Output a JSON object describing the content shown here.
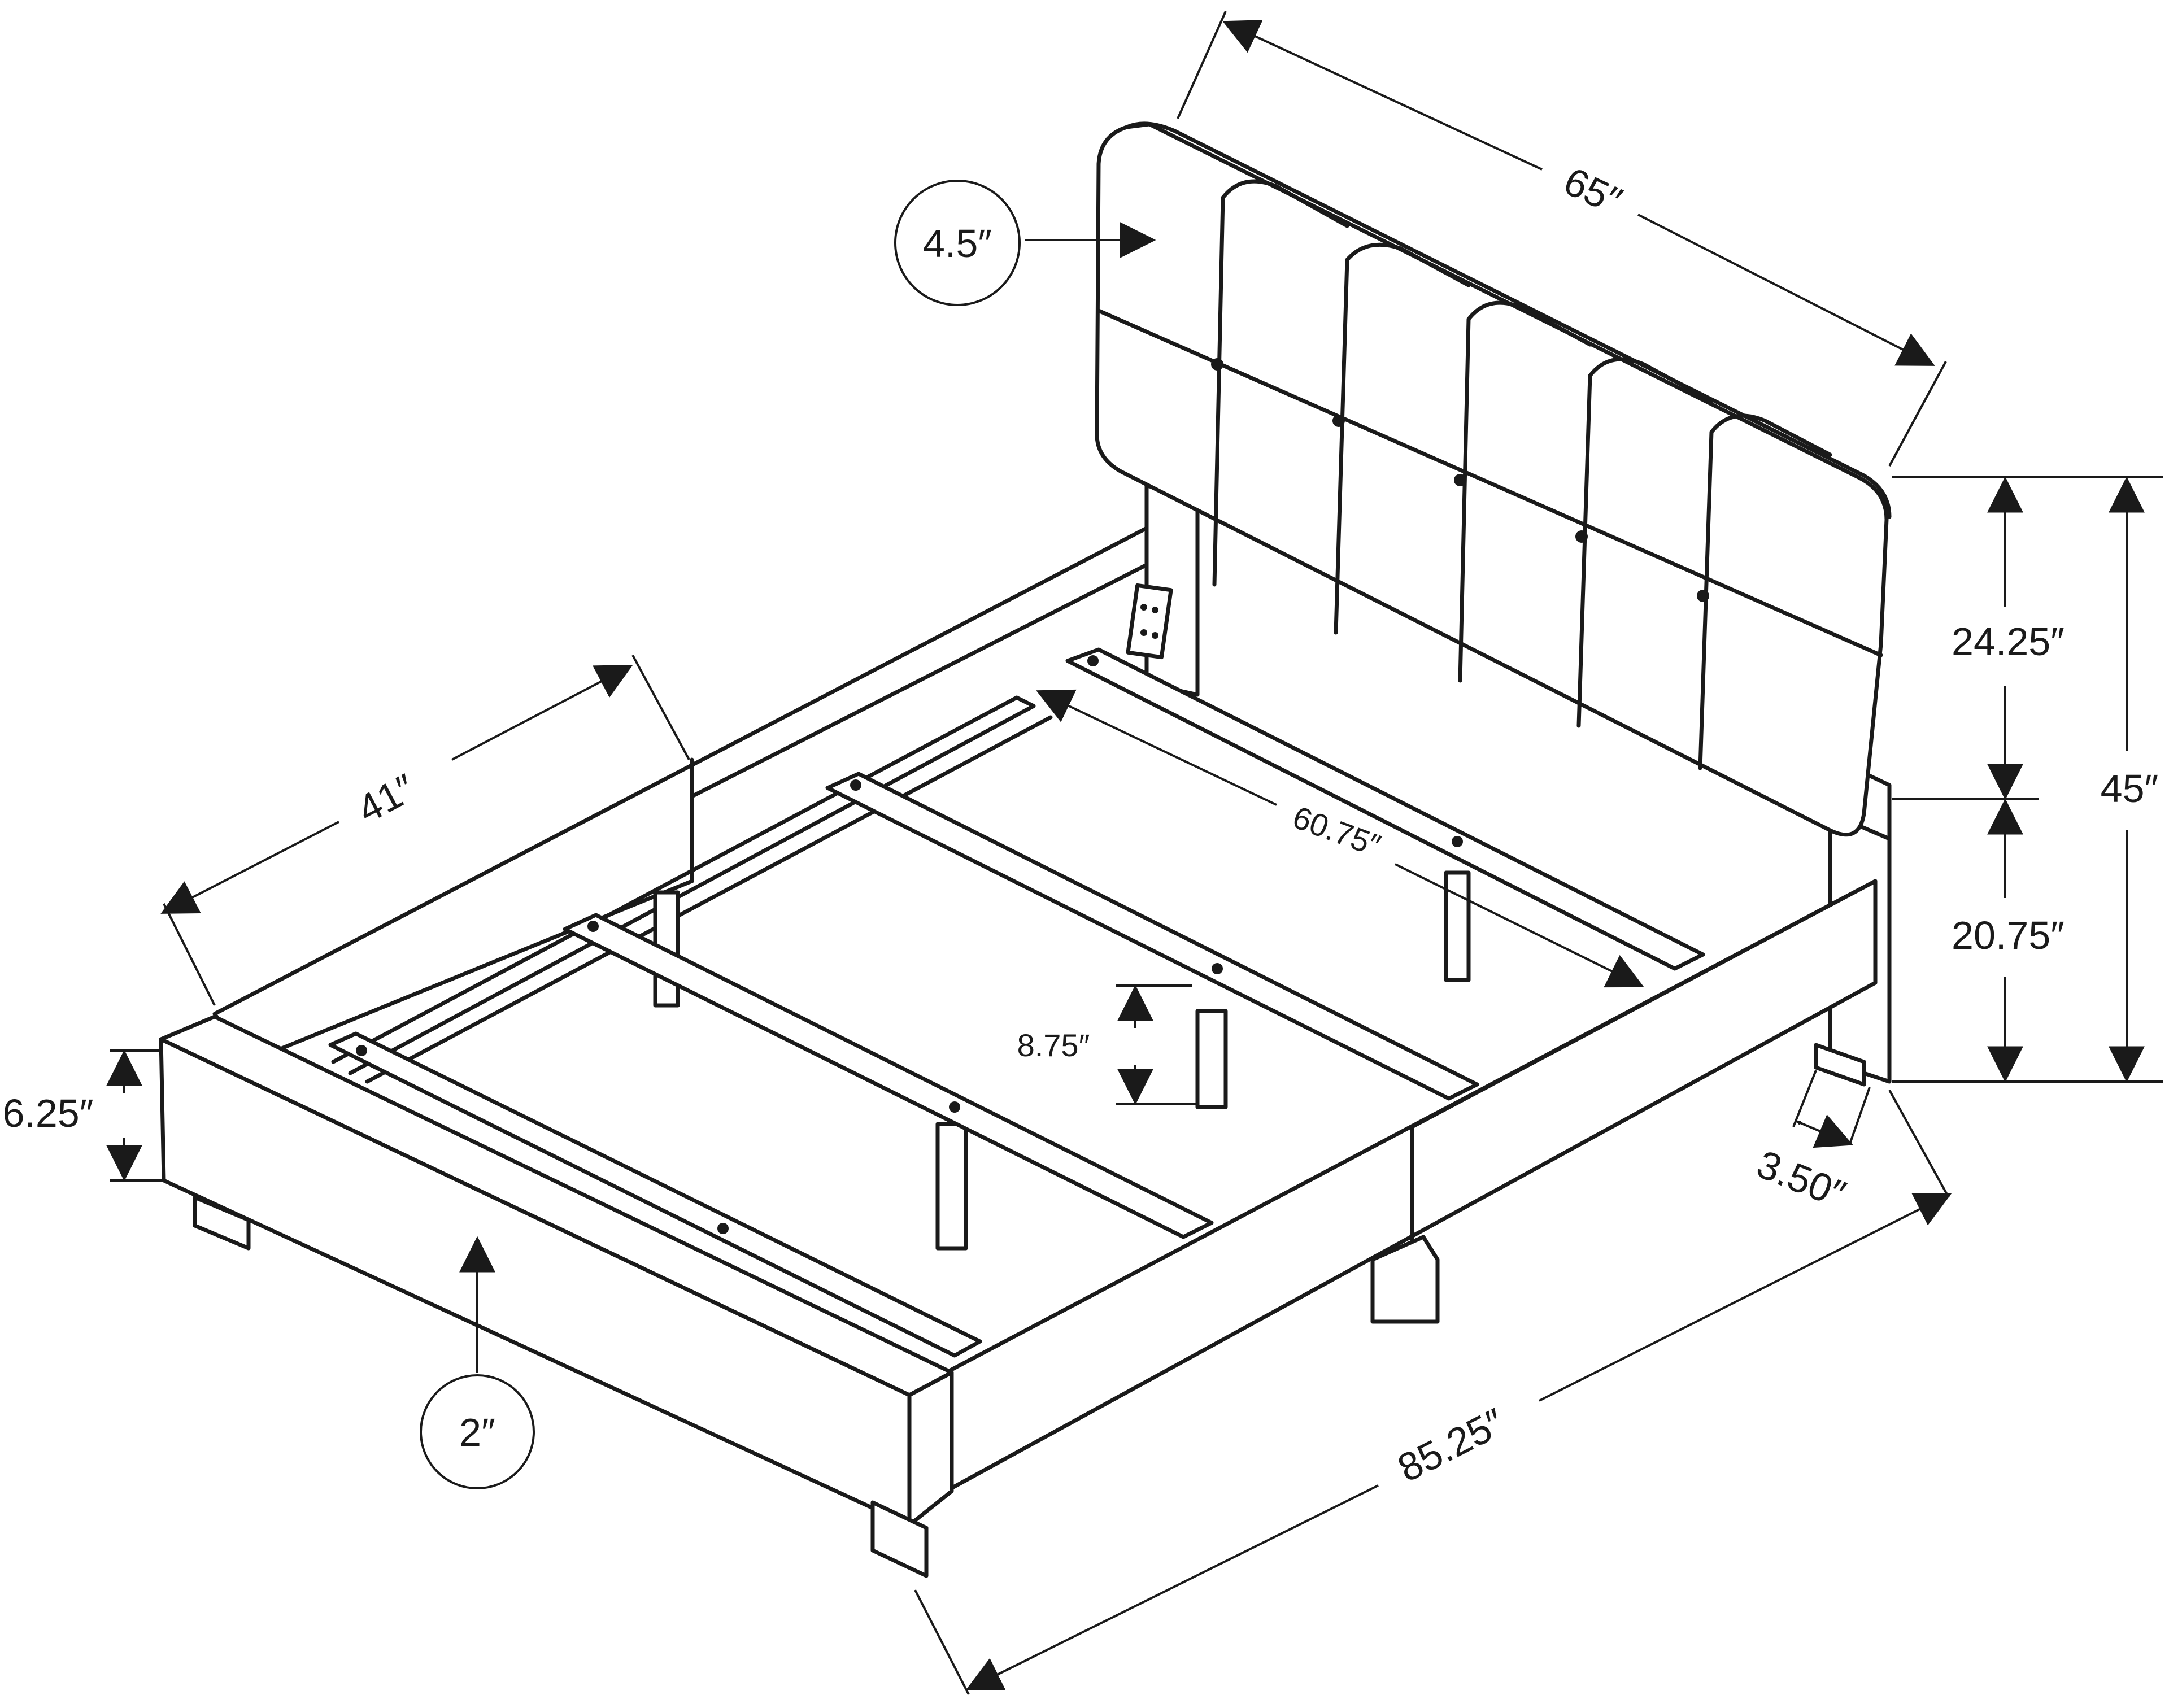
{
  "dimensions": {
    "headboard_thickness": "4.5″",
    "headboard_width": "65″",
    "headboard_panel_height": "24.25″",
    "headboard_leg_height": "20.75″",
    "total_height": "45″",
    "frame_width": "41″",
    "slat_length": "60.75″",
    "clearance_height": "8.75″",
    "rail_height": "6.25″",
    "leg_width": "3.50″",
    "total_length": "85.25″",
    "rail_thickness": "2″"
  }
}
